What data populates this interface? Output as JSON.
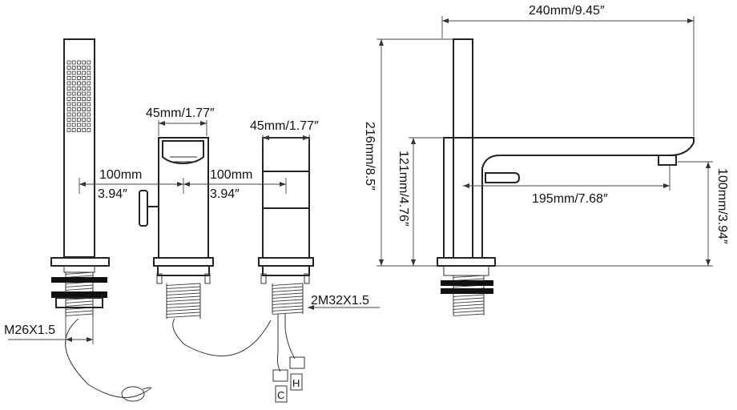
{
  "dimensions": {
    "handset_base_thread": "M26X1.5",
    "spout_width_1": "45mm/1.77″",
    "spout_width_2": "45mm/1.77″",
    "spacing_left_mm": "100mm",
    "spacing_left_in": "3.94″",
    "spacing_right_mm": "100mm",
    "spacing_right_in": "3.94″",
    "valve_thread": "2M32X1.5",
    "total_depth": "240mm/9.45″",
    "total_height": "216mm/8.5″",
    "spout_height": "121mm/4.76″",
    "spout_reach": "195mm/7.68″",
    "outlet_height": "100mm/3.94″"
  },
  "connectors": {
    "cold": "C",
    "hot": "H"
  }
}
